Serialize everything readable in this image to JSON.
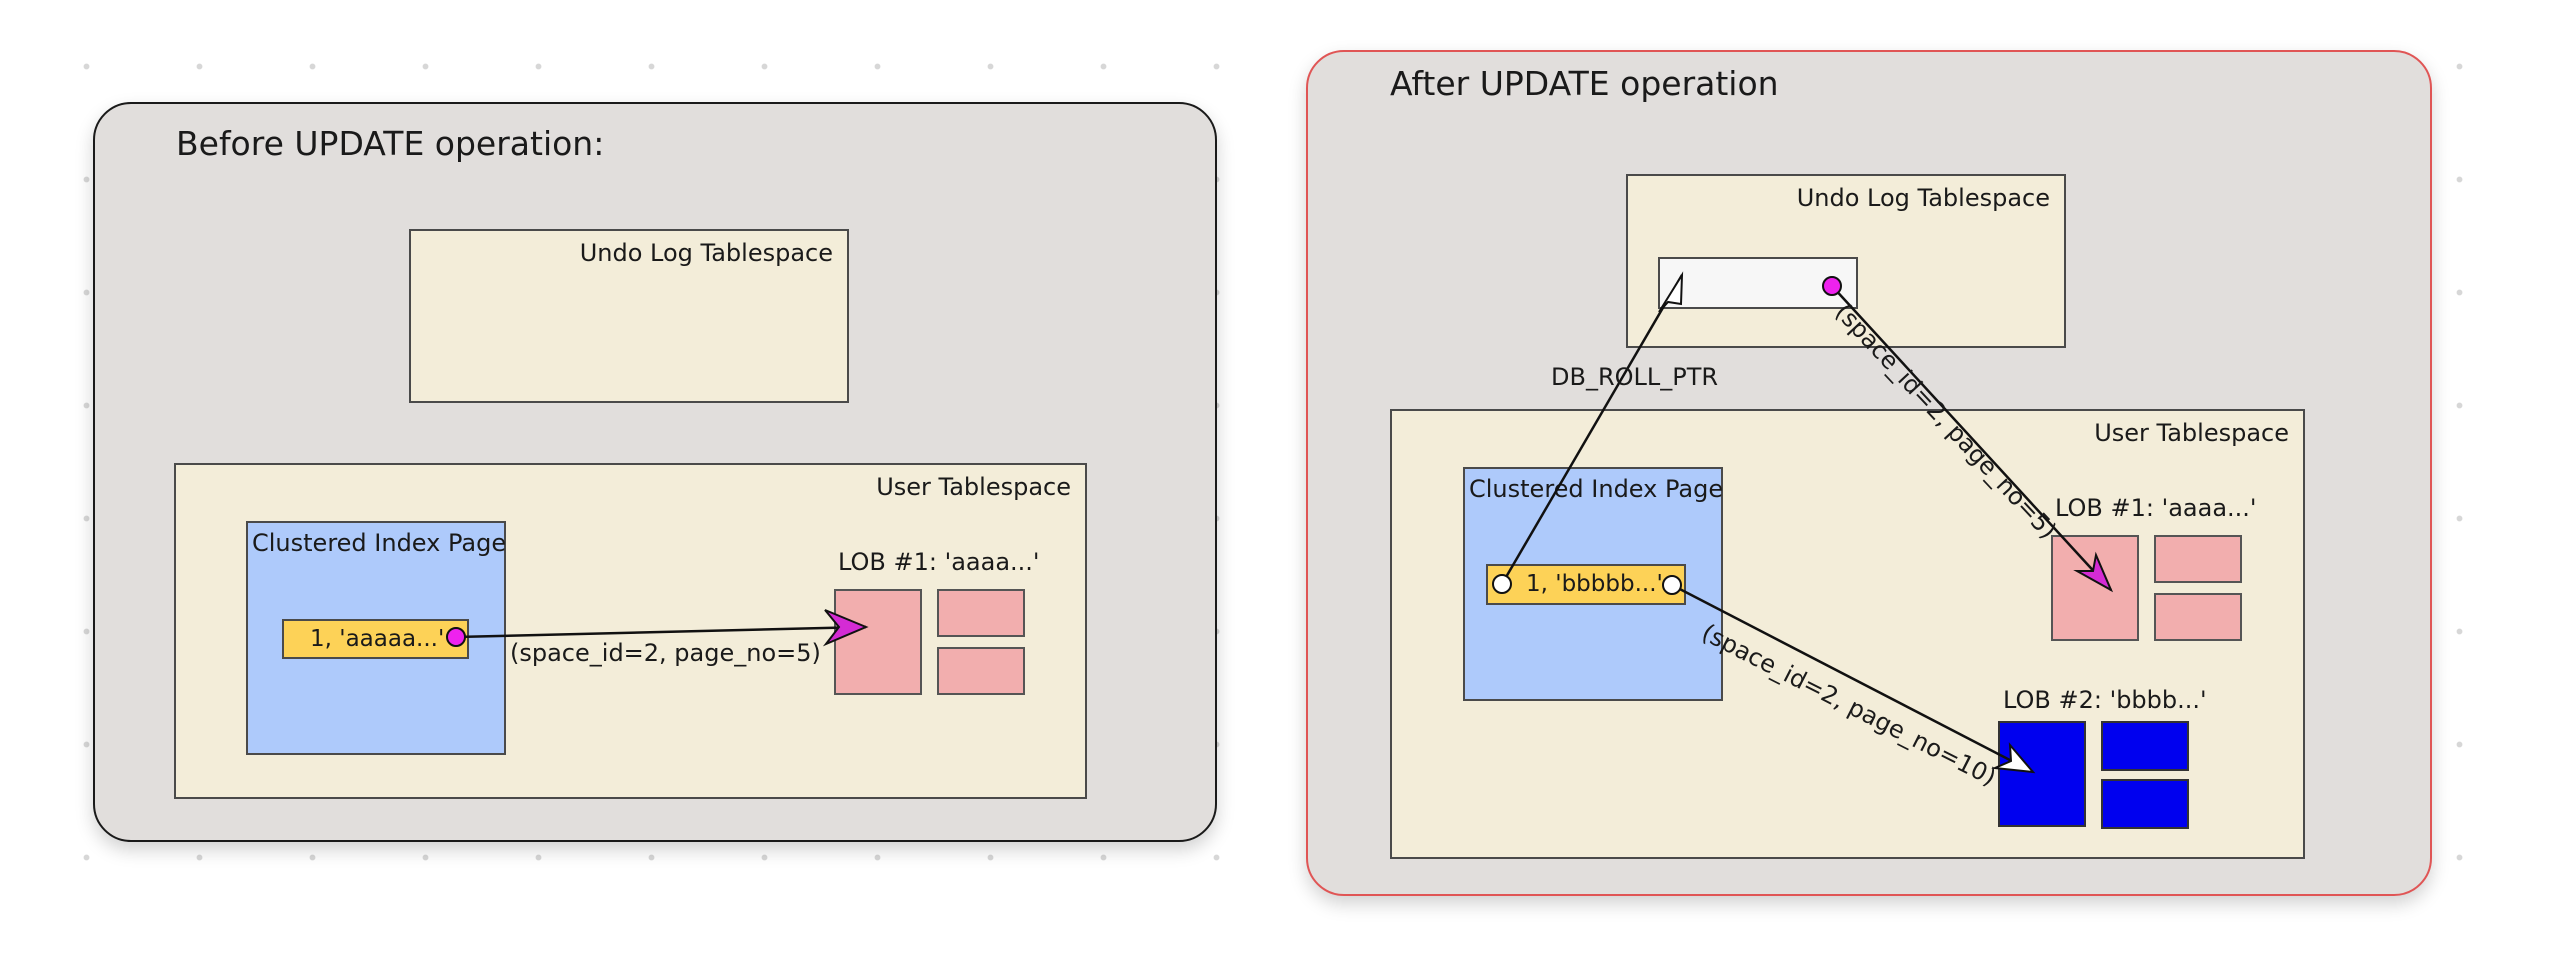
{
  "before": {
    "title": "Before UPDATE operation:",
    "undo_label": "Undo Log Tablespace",
    "user_label": "User Tablespace",
    "cip_label": "Clustered Index Page",
    "row_text": "1, 'aaaaa...'",
    "lob1_label": "LOB #1: 'aaaa...'",
    "pointer_label": "(space_id=2, page_no=5)"
  },
  "after": {
    "title": "After UPDATE operation",
    "undo_label": "Undo Log Tablespace",
    "user_label": "User Tablespace",
    "cip_label": "Clustered Index Page",
    "row_text": "1, 'bbbbb...'",
    "roll_ptr_label": "DB_ROLL_PTR",
    "lob1_label": "LOB #1: 'aaaa...'",
    "lob2_label": "LOB #2: 'bbbb...'",
    "pointer1_label": "(space_id=2, page_no=5)",
    "pointer2_label": "(space_id=2, page_no=10)"
  },
  "colors": {
    "panel_bg": "#e1dedc",
    "tablespace_bg": "#f3edd9",
    "index_page_bg": "#aecafb",
    "row_bg": "#fdd257",
    "old_lob_pink": "#f2aeae",
    "new_lob_blue": "#0000ef",
    "pointer_dot_magenta": "#ee22ee",
    "before_panel_border": "#1a1a1a",
    "after_panel_border": "#e05555"
  }
}
